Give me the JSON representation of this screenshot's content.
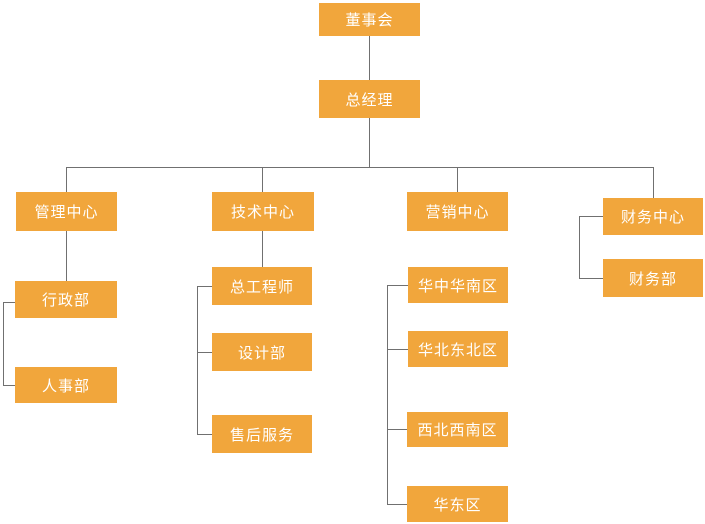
{
  "colors": {
    "node_fill": "#F1A63C",
    "node_text": "#FFFFFF",
    "connector": "#707070",
    "background": "#FFFFFF"
  },
  "org_chart": {
    "nodes": {
      "board": "董事会",
      "general_manager": "总经理",
      "management_center": "管理中心",
      "technology_center": "技术中心",
      "marketing_center": "营销中心",
      "finance_center": "财务中心",
      "admin_dept": "行政部",
      "hr_dept": "人事部",
      "chief_engineer": "总工程师",
      "design_dept": "设计部",
      "after_sales_service": "售后服务",
      "region_central_south": "华中华南区",
      "region_north_northeast": "华北东北区",
      "region_northwest_southwest": "西北西南区",
      "region_east": "华东区",
      "finance_dept": "财务部"
    },
    "hierarchy": {
      "董事会": [
        "总经理"
      ],
      "总经理": [
        "管理中心",
        "技术中心",
        "营销中心",
        "财务中心"
      ],
      "管理中心": [
        "行政部",
        "人事部"
      ],
      "技术中心": [
        "总工程师",
        "设计部",
        "售后服务"
      ],
      "营销中心": [
        "华中华南区",
        "华北东北区",
        "西北西南区",
        "华东区"
      ],
      "财务中心": [
        "财务部"
      ]
    }
  }
}
